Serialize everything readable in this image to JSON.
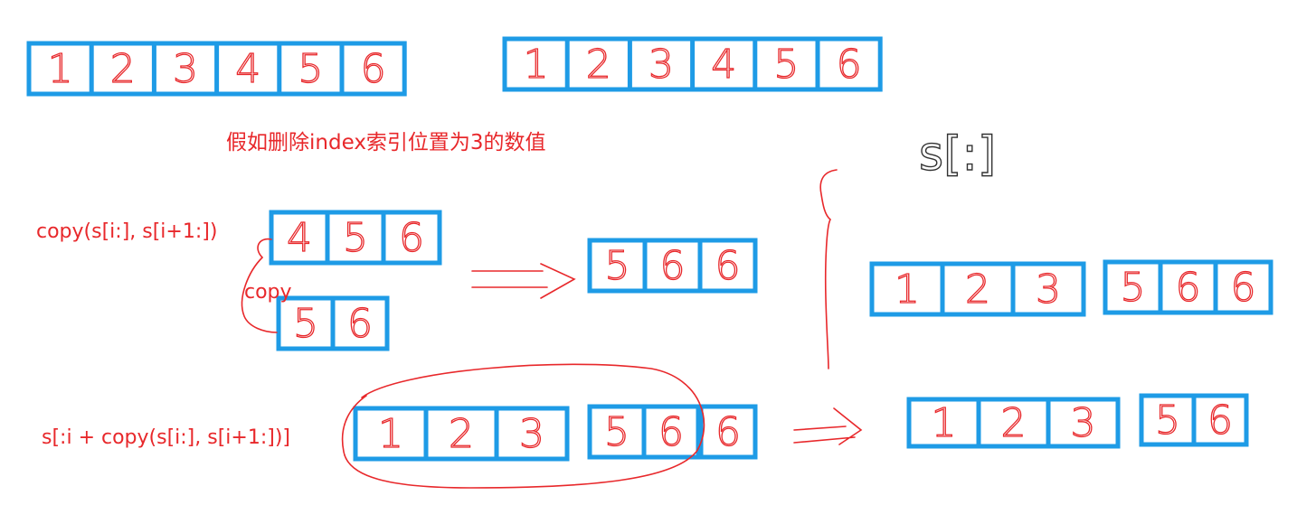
{
  "colors": {
    "box_stroke": "#1e9be6",
    "red": "#e8282b",
    "black": "#333333"
  },
  "labels": {
    "heading": "假如删除index索引位置为3的数值",
    "copy_call": "copy(s[i:], s[i+1:])",
    "slice_expr": "s[:i + copy(s[i:], s[i+1:])]",
    "copy_word": "copy",
    "s_colon": "s[:]"
  },
  "arrays": [
    {
      "name": "original-array-left",
      "values": [
        "1",
        "2",
        "3",
        "4",
        "5",
        "6"
      ]
    },
    {
      "name": "original-array-right",
      "values": [
        "1",
        "2",
        "3",
        "4",
        "5",
        "6"
      ]
    },
    {
      "name": "copy-dest-array",
      "values": [
        "4",
        "5",
        "6"
      ]
    },
    {
      "name": "copy-src-array",
      "values": [
        "5",
        "6"
      ]
    },
    {
      "name": "after-copy-array",
      "values": [
        "5",
        "6",
        "6"
      ]
    },
    {
      "name": "prefix-array",
      "values": [
        "1",
        "2",
        "3"
      ]
    },
    {
      "name": "suffix-array",
      "values": [
        "5",
        "6",
        "6"
      ]
    },
    {
      "name": "slice-prefix-array",
      "values": [
        "1",
        "2",
        "3"
      ]
    },
    {
      "name": "slice-mid-array",
      "values": [
        "5",
        "6"
      ]
    },
    {
      "name": "slice-tail-array",
      "values": [
        "6"
      ]
    },
    {
      "name": "result-array-123",
      "values": [
        "1",
        "2",
        "3"
      ]
    },
    {
      "name": "result-array-56",
      "values": [
        "5",
        "6"
      ]
    }
  ]
}
